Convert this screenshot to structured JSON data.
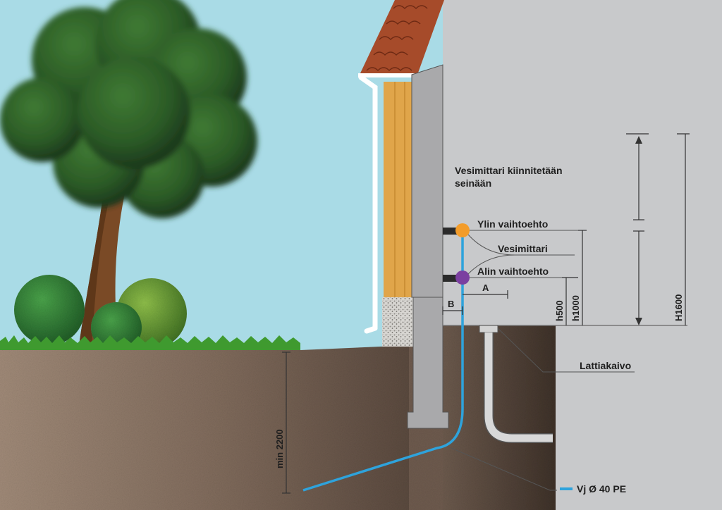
{
  "labels": {
    "wall_note_line1": "Vesimittari kiinnitetään",
    "wall_note_line2": "seinään",
    "upper_option": "Ylin vaihtoehto",
    "meter": "Vesimittari",
    "lower_option": "Alin vaihtoehto",
    "floor_drain": "Lattiakaivo",
    "pipe_legend": "Vj Ø 40 PE"
  },
  "dimensions": {
    "a": "A",
    "b": "B",
    "h500": "h500",
    "h1000": "h1000",
    "h1600": "H1600",
    "min_depth": "min 2200"
  },
  "colors": {
    "sky": "#a9dbe6",
    "ground": "#8c7766",
    "interior_wall": "#c8c9cb",
    "foundation": "#a9a9ab",
    "pipe": "#2ea3dc",
    "upper_meter": "#f39c2a",
    "lower_meter": "#7b3fa0",
    "roof": "#a64b2a",
    "cladding": "#e0a54a"
  }
}
